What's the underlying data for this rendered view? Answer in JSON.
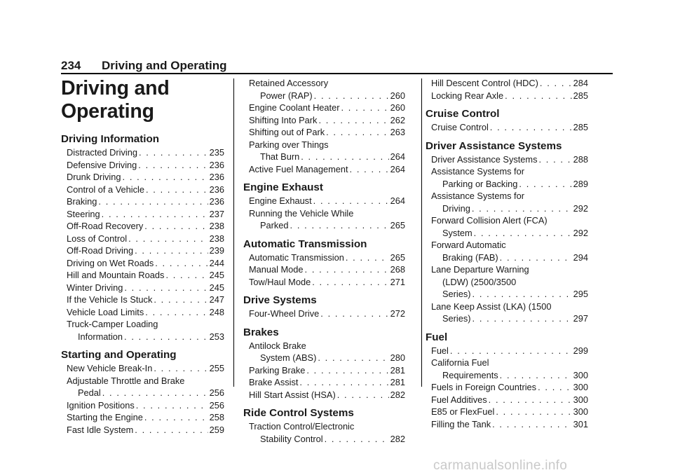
{
  "header": {
    "page_number": "234",
    "title": "Driving and Operating"
  },
  "chapter_title_line1": "Driving and",
  "chapter_title_line2": "Operating",
  "columns": [
    [
      {
        "type": "section",
        "text": "Driving Information"
      },
      {
        "type": "entry",
        "lines": [],
        "last": "Distracted Driving",
        "page": "235"
      },
      {
        "type": "entry",
        "lines": [],
        "last": "Defensive Driving",
        "page": "236"
      },
      {
        "type": "entry",
        "lines": [],
        "last": "Drunk Driving",
        "page": "236"
      },
      {
        "type": "entry",
        "lines": [],
        "last": "Control of a Vehicle",
        "page": "236"
      },
      {
        "type": "entry",
        "lines": [],
        "last": "Braking",
        "page": "236"
      },
      {
        "type": "entry",
        "lines": [],
        "last": "Steering",
        "page": "237"
      },
      {
        "type": "entry",
        "lines": [],
        "last": "Off-Road Recovery",
        "page": "238"
      },
      {
        "type": "entry",
        "lines": [],
        "last": "Loss of Control",
        "page": "238"
      },
      {
        "type": "entry",
        "lines": [],
        "last": "Off-Road Driving",
        "page": "239"
      },
      {
        "type": "entry",
        "lines": [],
        "last": "Driving on Wet Roads",
        "page": "244"
      },
      {
        "type": "entry",
        "lines": [],
        "last": "Hill and Mountain Roads",
        "page": "245"
      },
      {
        "type": "entry",
        "lines": [],
        "last": "Winter Driving",
        "page": "245"
      },
      {
        "type": "entry",
        "lines": [],
        "last": "If the Vehicle Is Stuck",
        "page": "247"
      },
      {
        "type": "entry",
        "lines": [],
        "last": "Vehicle Load Limits",
        "page": "248"
      },
      {
        "type": "entry",
        "lines": [
          "Truck-Camper Loading"
        ],
        "last": "Information",
        "page": "253"
      },
      {
        "type": "section",
        "text": "Starting and Operating"
      },
      {
        "type": "entry",
        "lines": [],
        "last": "New Vehicle Break-In",
        "page": "255"
      },
      {
        "type": "entry",
        "lines": [
          "Adjustable Throttle and Brake"
        ],
        "last": "Pedal",
        "page": "256"
      },
      {
        "type": "entry",
        "lines": [],
        "last": "Ignition Positions",
        "page": "256"
      },
      {
        "type": "entry",
        "lines": [],
        "last": "Starting the Engine",
        "page": "258"
      },
      {
        "type": "entry",
        "lines": [],
        "last": "Fast Idle System",
        "page": "259"
      }
    ],
    [
      {
        "type": "entry",
        "lines": [
          "Retained Accessory"
        ],
        "last": "Power (RAP)",
        "page": "260"
      },
      {
        "type": "entry",
        "lines": [],
        "last": "Engine Coolant Heater",
        "page": "260"
      },
      {
        "type": "entry",
        "lines": [],
        "last": "Shifting Into Park",
        "page": "262"
      },
      {
        "type": "entry",
        "lines": [],
        "last": "Shifting out of Park",
        "page": "263"
      },
      {
        "type": "entry",
        "lines": [
          "Parking over Things"
        ],
        "last": "That Burn",
        "page": "264"
      },
      {
        "type": "entry",
        "lines": [],
        "last": "Active Fuel Management",
        "page": "264"
      },
      {
        "type": "section",
        "text": "Engine Exhaust"
      },
      {
        "type": "entry",
        "lines": [],
        "last": "Engine Exhaust",
        "page": "264"
      },
      {
        "type": "entry",
        "lines": [
          "Running the Vehicle While"
        ],
        "last": "Parked",
        "page": "265"
      },
      {
        "type": "section",
        "text": "Automatic Transmission"
      },
      {
        "type": "entry",
        "lines": [],
        "last": "Automatic Transmission",
        "page": "265"
      },
      {
        "type": "entry",
        "lines": [],
        "last": "Manual Mode",
        "page": "268"
      },
      {
        "type": "entry",
        "lines": [],
        "last": "Tow/Haul Mode",
        "page": "271"
      },
      {
        "type": "section",
        "text": "Drive Systems"
      },
      {
        "type": "entry",
        "lines": [],
        "last": "Four-Wheel Drive",
        "page": "272"
      },
      {
        "type": "section",
        "text": "Brakes"
      },
      {
        "type": "entry",
        "lines": [
          "Antilock Brake"
        ],
        "last": "System (ABS)",
        "page": "280"
      },
      {
        "type": "entry",
        "lines": [],
        "last": "Parking Brake",
        "page": "281"
      },
      {
        "type": "entry",
        "lines": [],
        "last": "Brake Assist",
        "page": "281"
      },
      {
        "type": "entry",
        "lines": [],
        "last": "Hill Start Assist (HSA)",
        "page": "282"
      },
      {
        "type": "section",
        "text": "Ride Control Systems"
      },
      {
        "type": "entry",
        "lines": [
          "Traction Control/Electronic"
        ],
        "last": "Stability Control",
        "page": "282"
      }
    ],
    [
      {
        "type": "entry",
        "lines": [],
        "last": "Hill Descent Control (HDC)",
        "page": "284"
      },
      {
        "type": "entry",
        "lines": [],
        "last": "Locking Rear Axle",
        "page": "285"
      },
      {
        "type": "section",
        "text": "Cruise Control"
      },
      {
        "type": "entry",
        "lines": [],
        "last": "Cruise Control",
        "page": "285"
      },
      {
        "type": "section",
        "text": "Driver Assistance Systems"
      },
      {
        "type": "entry",
        "lines": [],
        "last": "Driver Assistance Systems",
        "page": "288"
      },
      {
        "type": "entry",
        "lines": [
          "Assistance Systems for"
        ],
        "last": "Parking or Backing",
        "page": "289"
      },
      {
        "type": "entry",
        "lines": [
          "Assistance Systems for"
        ],
        "last": "Driving",
        "page": "292"
      },
      {
        "type": "entry",
        "lines": [
          "Forward Collision Alert (FCA)"
        ],
        "last": "System",
        "page": "292"
      },
      {
        "type": "entry",
        "lines": [
          "Forward Automatic"
        ],
        "last": "Braking (FAB)",
        "page": "294"
      },
      {
        "type": "entry",
        "lines": [
          "Lane Departure Warning",
          "(LDW) (2500/3500"
        ],
        "last": "Series)",
        "page": "295"
      },
      {
        "type": "entry",
        "lines": [
          "Lane Keep Assist (LKA) (1500"
        ],
        "last": "Series)",
        "page": "297"
      },
      {
        "type": "section",
        "text": "Fuel"
      },
      {
        "type": "entry",
        "lines": [],
        "last": "Fuel",
        "page": "299"
      },
      {
        "type": "entry",
        "lines": [
          "California Fuel"
        ],
        "last": "Requirements",
        "page": "300"
      },
      {
        "type": "entry",
        "lines": [],
        "last": "Fuels in Foreign Countries",
        "page": "300"
      },
      {
        "type": "entry",
        "lines": [],
        "last": "Fuel Additives",
        "page": "300"
      },
      {
        "type": "entry",
        "lines": [],
        "last": "E85 or FlexFuel",
        "page": "300"
      },
      {
        "type": "entry",
        "lines": [],
        "last": "Filling the Tank",
        "page": "301"
      }
    ]
  ],
  "watermark": "carmanualsonline.info"
}
